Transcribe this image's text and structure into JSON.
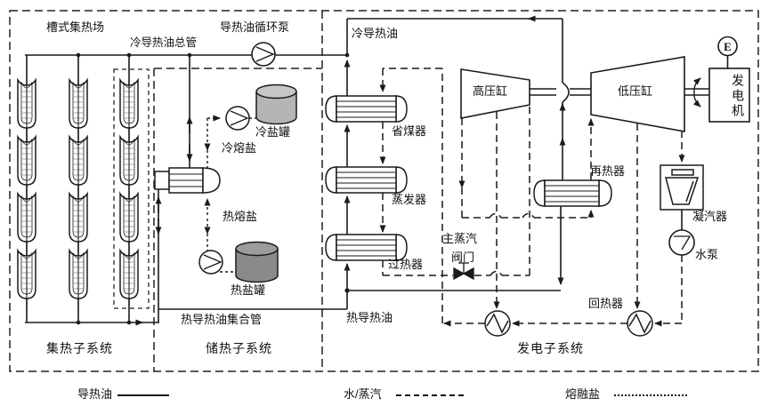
{
  "collector": {
    "field_title": "槽式集热场",
    "cold_header": "冷导热油总管",
    "pump": "导热油循环泵",
    "subsystem": "集热子系统"
  },
  "storage": {
    "cold_tank": "冷盐罐",
    "cold_salt": "冷熔盐",
    "hot_salt": "热熔盐",
    "hot_tank": "热盐罐",
    "hot_header": "热导热油集合管",
    "subsystem": "储热子系统"
  },
  "power": {
    "cold_oil": "冷导热油",
    "hot_oil": "热导热油",
    "economizer": "省煤器",
    "evaporator": "蒸发器",
    "superheater": "过热器",
    "valve_line1": "主蒸汽",
    "valve_line2": "阀门",
    "hp_cylinder": "高压缸",
    "lp_cylinder": "低压缸",
    "generator": "发电机",
    "gen_symbol": "E",
    "reheater": "再热器",
    "condenser": "凝汽器",
    "water_pump": "水泵",
    "regenerator": "回热器",
    "subsystem": "发电子系统"
  },
  "legend": {
    "oil": "导热油",
    "steam": "水/蒸汽",
    "salt": "熔融盐"
  },
  "colors": {
    "line": "#1a1a1a",
    "cold_tank_fill": "#b5b5b5",
    "hot_tank_fill": "#8a8a8a",
    "background": "#ffffff"
  }
}
